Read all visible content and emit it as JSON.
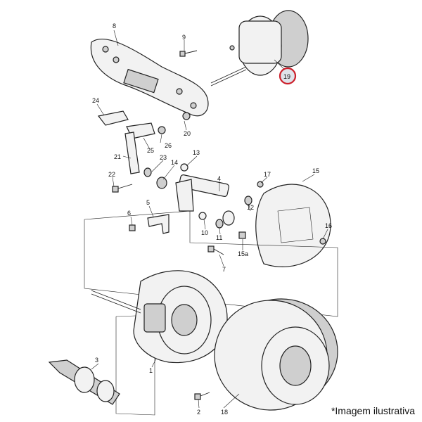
{
  "callouts": {
    "c1": "1",
    "c2": "2",
    "c3": "3",
    "c4": "4",
    "c5": "5",
    "c6": "6",
    "c7": "7",
    "c8": "8",
    "c9": "9",
    "c10": "10",
    "c11": "11",
    "c12": "12",
    "c13": "13",
    "c14": "14",
    "c15": "15",
    "c15a": "15a",
    "c16": "16",
    "c17": "17",
    "c18": "18",
    "c19": "19",
    "c20": "20",
    "c21": "21",
    "c22": "22",
    "c23": "23",
    "c24": "24",
    "c25": "25",
    "c26": "26"
  },
  "highlight_color": "#cc1f2a",
  "caption": "*Imagem ilustrativa"
}
